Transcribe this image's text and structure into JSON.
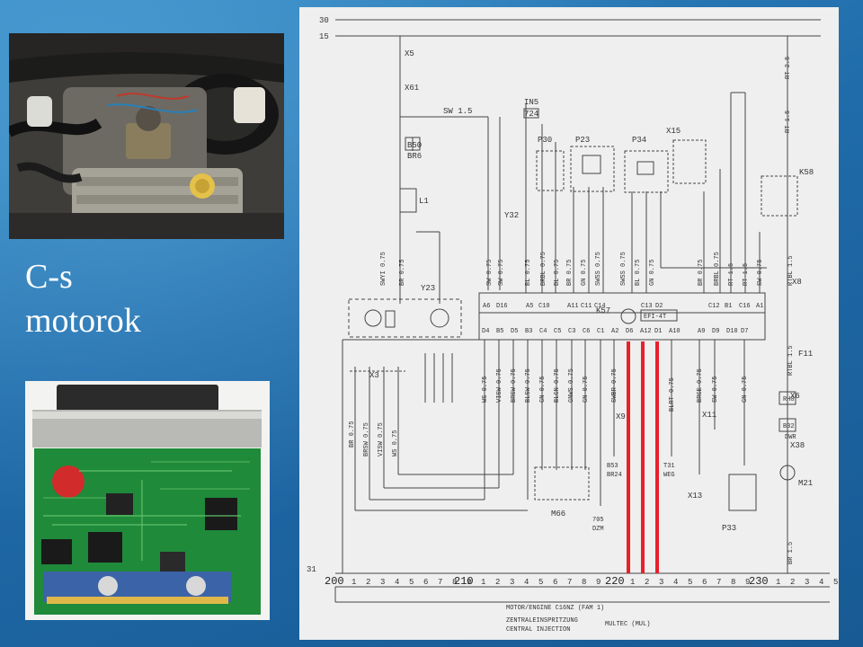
{
  "slide": {
    "title_line1": "C-s",
    "title_line2": "motorok",
    "colors": {
      "background": "#1f6aa8",
      "title": "#ffffff",
      "highlight": "#e8202a"
    }
  },
  "images": {
    "engine_photo": {
      "icon": "engine-bay-photo"
    },
    "ecu_photo": {
      "icon": "ecu-circuit-board-photo"
    }
  },
  "schematic": {
    "rails": {
      "top1": "30",
      "top2": "15",
      "bottom": "31"
    },
    "components": {
      "x5": "X5",
      "x61": "X61",
      "sw15": "SW 1.5",
      "b50": "B50",
      "br6": "BR6",
      "in5": "IN5",
      "n724": "724",
      "p30": "P30",
      "p23": "P23",
      "p34": "P34",
      "x15": "X15",
      "k58": "K58",
      "l1": "L1",
      "y32": "Y32",
      "y23": "Y23",
      "k57": "K57",
      "efi": "EFI-4T",
      "x3": "X3",
      "x8": "X8",
      "f11": "F11",
      "x6": "X6",
      "rh0": "RH0",
      "b32": "B32",
      "dwr": "DWR",
      "x38": "X38",
      "m21": "M21",
      "x9": "X9",
      "x11": "X11",
      "b53": "B53",
      "br24": "BR24",
      "t31": "T31",
      "weg": "WEG",
      "x13": "X13",
      "m66": "M66",
      "z705": "705",
      "dzm": "DZM",
      "p33": "P33",
      "rt25": "RT 2.5",
      "rt15": "RT 1.5"
    },
    "top_pins": [
      "A6",
      "D16",
      "A5",
      "C10",
      "A11",
      "C11",
      "C14",
      "C13",
      "D2",
      "C12",
      "B1",
      "C16",
      "A1"
    ],
    "bottom_pins": [
      "D4",
      "B5",
      "D5",
      "B3",
      "C4",
      "C5",
      "C3",
      "C6",
      "C1",
      "A2",
      "D6",
      "A12",
      "D1",
      "A10",
      "A9",
      "D9",
      "D10",
      "D7"
    ],
    "wires_top": [
      "SWYI 0.75",
      "BR 0.75",
      "SW 0.75",
      "SW 0.75",
      "BL 0.75",
      "BRBL 0.75",
      "BL 0.75",
      "BR 0.75",
      "GN 0.75",
      "SWSS 0.75",
      "SWSS 0.75",
      "BL 0.75",
      "GN 0.75",
      "BR 0.75",
      "BRBL 0.75",
      "RT 1.5",
      "RT 1.5",
      "SW 0.75",
      "RTBL 1.5"
    ],
    "wires_bottom": [
      "BR 0.75",
      "BRSW 0.75",
      "VISW 0.75",
      "WS 0.75",
      "WS 0.75",
      "VISW 0.75",
      "BRSW 0.75",
      "BLSW 0.75",
      "GN 0.75",
      "BLGN 0.75",
      "GNWS 0.75",
      "GN 0.75",
      "SWBR 0.75",
      "BLRT 0.75",
      "BRGE 0.75",
      "SW 0.75",
      "GN 0.75",
      "RTBL 1.5",
      "BR 1.5"
    ],
    "bus_200": "200",
    "bus_210": "210",
    "bus_220": "220",
    "bus_230": "230",
    "bus_numbers_1": [
      "1",
      "2",
      "3",
      "4",
      "5",
      "6",
      "7",
      "8",
      "9"
    ],
    "bus_numbers_2": [
      "1",
      "2",
      "3",
      "4",
      "5",
      "6",
      "7",
      "8",
      "9"
    ],
    "bus_numbers_3": [
      "1",
      "2",
      "3",
      "4",
      "5",
      "6",
      "7",
      "8",
      "9"
    ],
    "bus_numbers_4": [
      "1",
      "2",
      "3",
      "4",
      "5"
    ],
    "footer_line1": "MOTOR/ENGINE C16NZ (FAM 1)",
    "footer_line2": "ZENTRALEINSPRITZUNG",
    "footer_line3": "CENTRAL INJECTION",
    "footer_line4": "MULTEC (MUL)",
    "highlight_pins": [
      "D6",
      "A12",
      "D1"
    ]
  }
}
